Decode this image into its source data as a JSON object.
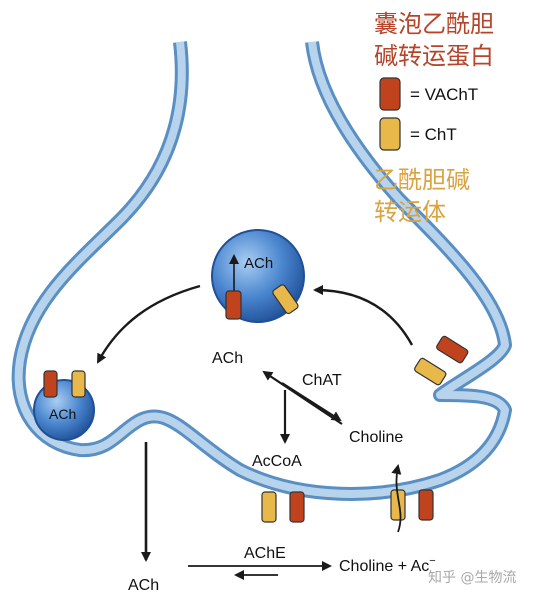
{
  "legend": {
    "vacht_title": "囊泡乙酰胆碱转运蛋白",
    "vacht_title_line1": "囊泡乙酰胆",
    "vacht_title_line2": "碱转运蛋白",
    "vacht_label": "= VAChT",
    "cht_label": "= ChT",
    "cht_title_line1": "乙酰胆碱",
    "cht_title_line2": "转运体",
    "vacht_color": "#c0431e",
    "cht_color": "#e8b84a",
    "vacht_title_color": "#b5442a",
    "cht_title_color": "#d9a341"
  },
  "labels": {
    "vesicle_top": "ACh",
    "vesicle_left": "ACh",
    "ach_cytosol": "ACh",
    "chat": "ChAT",
    "choline_cytosol": "Choline",
    "accoa": "AcCoA",
    "ache": "AChE",
    "choline_ac_main": "Choline + Ac",
    "choline_ac_sup": "−",
    "ach_cleft": "ACh"
  },
  "watermark": "知乎 @生物流",
  "colors": {
    "membrane_outer": "#5a8fc4",
    "membrane_inner": "#b8d4ec",
    "vesicle_light": "#8fb8e8",
    "vesicle_dark": "#2e5fa8",
    "arrow": "#1a1a1a"
  }
}
